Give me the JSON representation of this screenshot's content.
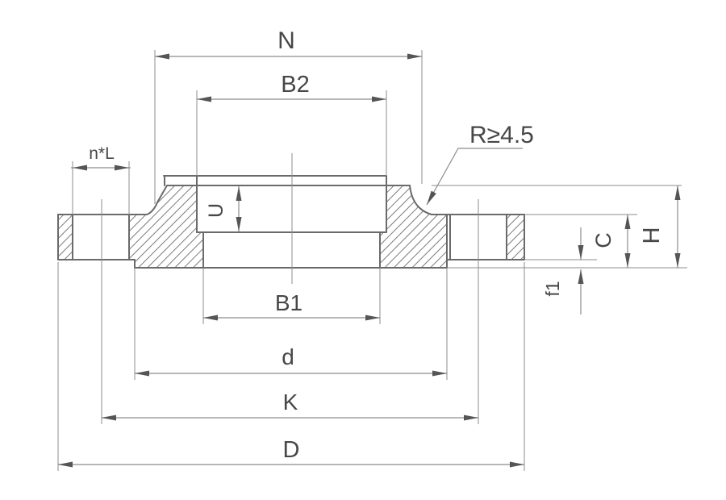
{
  "drawing": {
    "type": "flange-cross-section-dimension-diagram",
    "labels": {
      "N": "N",
      "B2": "B2",
      "nL": "n*L",
      "R": "R≥4.5",
      "U": "U",
      "C": "C",
      "H": "H",
      "f1": "f1",
      "B1": "B1",
      "d": "d",
      "K": "K",
      "D": "D"
    },
    "colors": {
      "background": "#ffffff",
      "outline": "#6a6a6a",
      "thin_line": "#8c8c8c",
      "arrow": "#555555",
      "text": "#474747"
    }
  }
}
